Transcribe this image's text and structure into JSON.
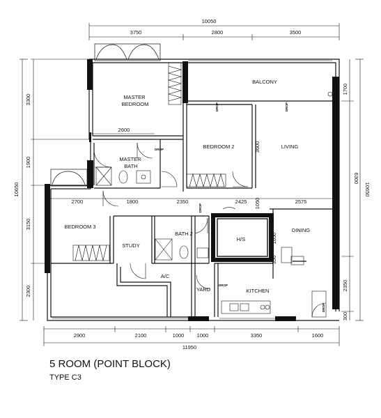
{
  "title": "5 ROOM (POINT BLOCK)",
  "subtitle": "TYPE C3",
  "dimensions": {
    "top_total": "10050",
    "top": [
      "3750",
      "2800",
      "3500"
    ],
    "bottom_segments": [
      "2900",
      "2100",
      "1000",
      "1000",
      "3350",
      "1600"
    ],
    "bottom_total": "11950",
    "left_outer": "10650",
    "left": [
      "3300",
      "1900",
      "3150",
      "2300"
    ],
    "right_outer": "10650",
    "right_mid": "6300",
    "right": [
      "1700",
      "2350",
      "300"
    ],
    "inner": {
      "master_bath_width": "2600",
      "bedroom2_depth": "3600",
      "row_widths": [
        "2700",
        "1800",
        "2350",
        "2425",
        "1050",
        "2575"
      ],
      "hs_depth": "1650",
      "kitchen_gap": "350"
    }
  },
  "rooms": {
    "master_bedroom": "MASTER\nBEDROOM",
    "balcony": "BALCONY",
    "bedroom_2": "BEDROOM 2",
    "living": "LIVING",
    "master_bath": "MASTER\nBATH",
    "bedroom_3": "BEDROOM 3",
    "study": "STUDY",
    "bath_2": "BATH 2",
    "hs": "H/S",
    "dining": "DINING",
    "ac": "A/C",
    "yard": "YARD",
    "kitchen": "KITCHEN"
  },
  "labels": {
    "drop": "DROP"
  }
}
